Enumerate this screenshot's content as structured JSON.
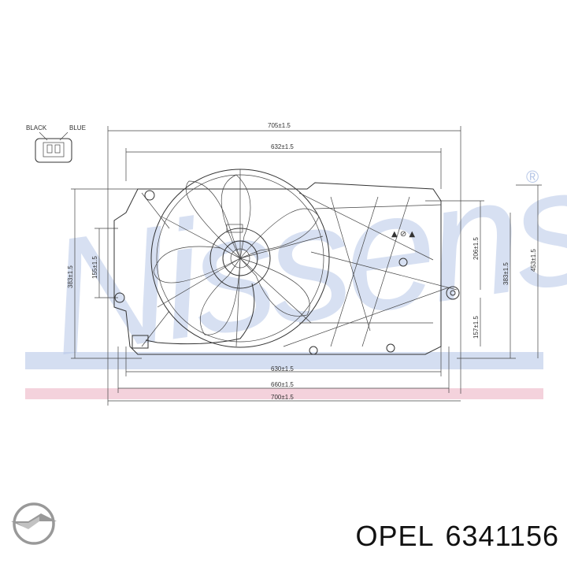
{
  "diagram": {
    "watermark": "Nissens",
    "watermark_registered": "®",
    "dimensions": {
      "top_outer": "705±1.5",
      "top_inner": "632±1.5",
      "bottom_1": "630±1.5",
      "bottom_2": "660±1.5",
      "bottom_3": "700±1.5",
      "left_outer": "383±1.5",
      "left_inner": "155±1.5",
      "right_1": "206±1.5",
      "right_2": "157±1.5",
      "right_3": "383±1.5",
      "right_outer": "453±1.5"
    },
    "connector_labels": {
      "left": "BLACK",
      "right": "BLUE"
    }
  },
  "brand": "OPEL",
  "part_number": "6341156",
  "colors": {
    "watermark_blue": "#b8c8e8",
    "band_blue": "#c9d6ee",
    "band_pink": "#f1c7d3",
    "opel_logo": "#999999"
  }
}
